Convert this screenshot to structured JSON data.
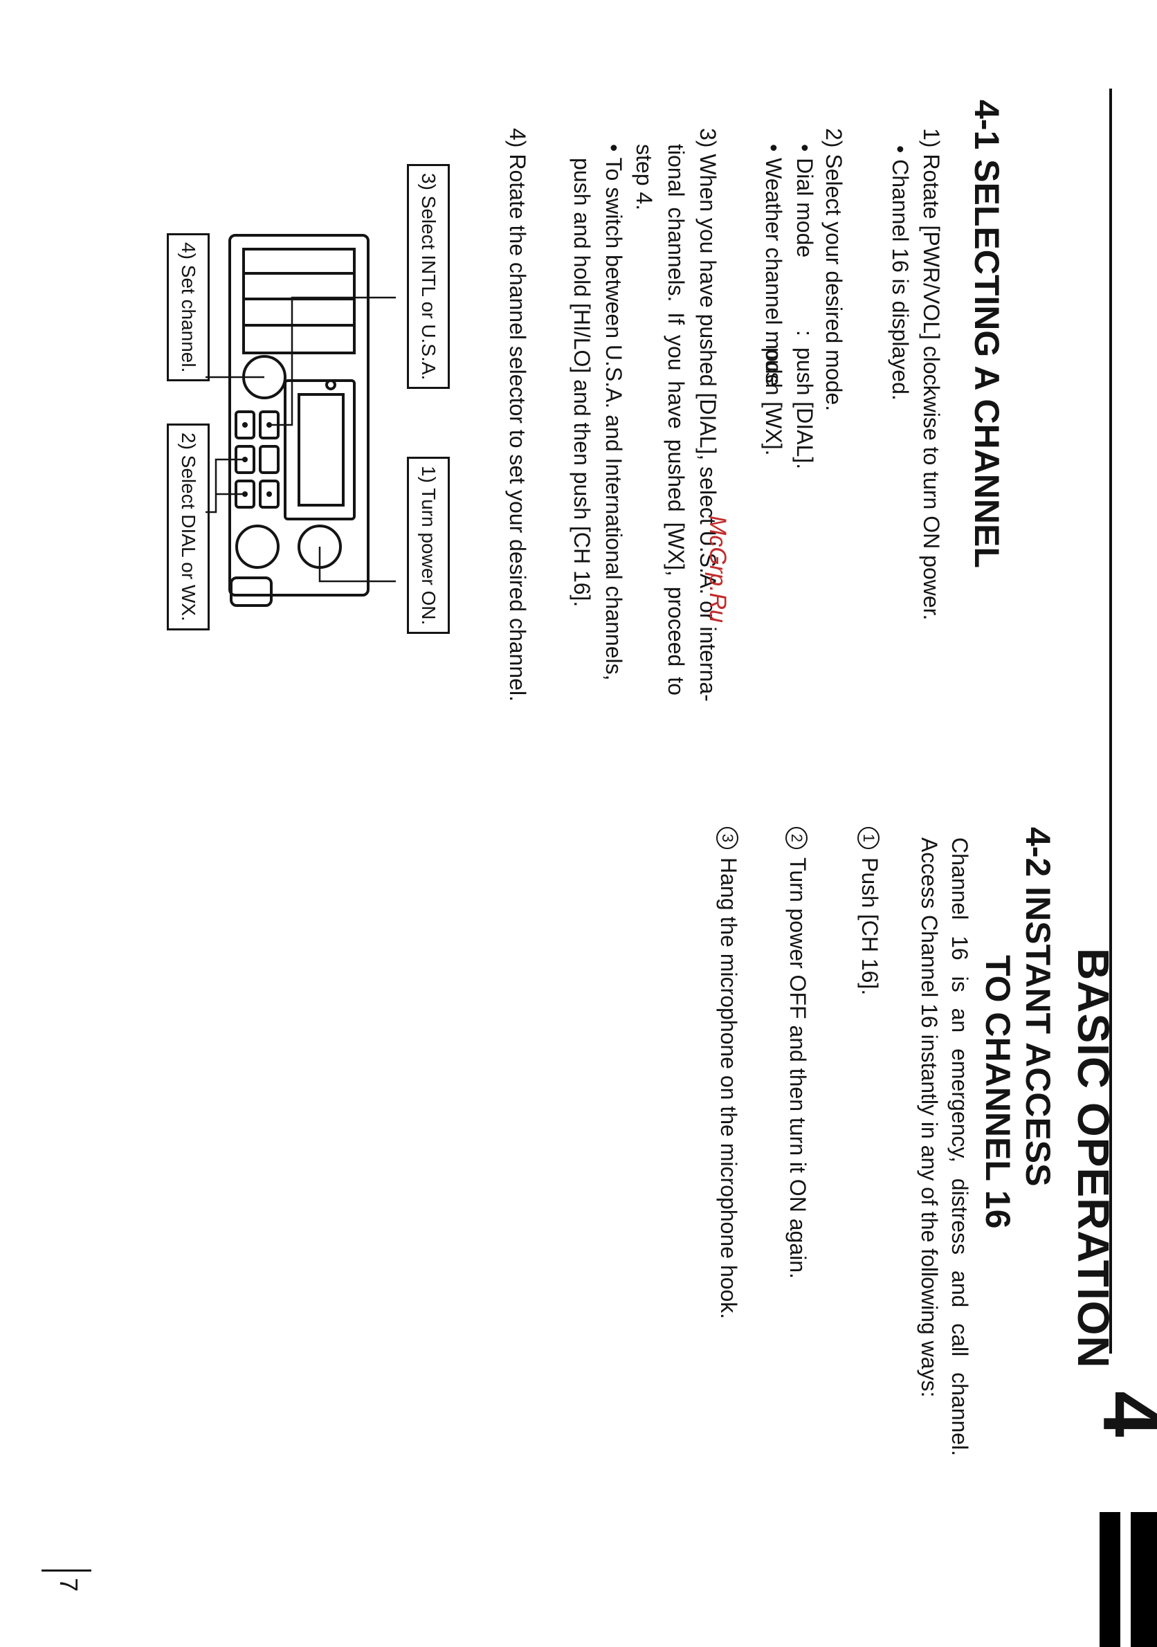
{
  "header": {
    "chapter_number": "4",
    "chapter_title": "BASIC OPERATION"
  },
  "section1": {
    "title": "4-1 SELECTING A CHANNEL",
    "step1": "1) Rotate [PWR/VOL] clockwise to turn ON power.",
    "step1_note": "• Channel 16 is displayed.",
    "step2": "2) Select your desired mode.",
    "dial_mode_label": "• Dial mode",
    "dial_mode_action": "push [DIAL].",
    "wx_mode_label": "• Weather channel mode",
    "wx_mode_action": "push [WX].",
    "colon": ":",
    "step3_line1": "3) When you have pushed [DIAL], select U.S.A. or interna-",
    "step3_line2": "tional channels.  If you have pushed [WX], proceed to",
    "step3_line3": "step 4.",
    "step3_bullet_line1": "• To switch between U.S.A. and International channels,",
    "step3_bullet_line2": "push and hold [HI/LO] and then push [CH 16].",
    "step4": "4) Rotate the channel selector to set your desired channel."
  },
  "diagram": {
    "label_select_intl": "3) Select INTL or U.S.A.",
    "label_turn_on": "1) Turn power ON.",
    "label_set_channel": "4) Set channel.",
    "label_select_dial": "2) Select DIAL or WX."
  },
  "section2": {
    "title_line1": "4-2 INSTANT ACCESS",
    "title_line2": "TO CHANNEL 16",
    "intro_line1": "Channel 16 is an emergency, distress and call channel.",
    "intro_line2": "Access Channel 16 instantly in any of the following ways:",
    "items": [
      {
        "num": "1",
        "text": "Push [CH 16]."
      },
      {
        "num": "2",
        "text": "Turn power OFF and then turn it ON again."
      },
      {
        "num": "3",
        "text": "Hang the microphone on the microphone hook."
      }
    ]
  },
  "watermark": "McGrp.Ru",
  "page_number": "7"
}
